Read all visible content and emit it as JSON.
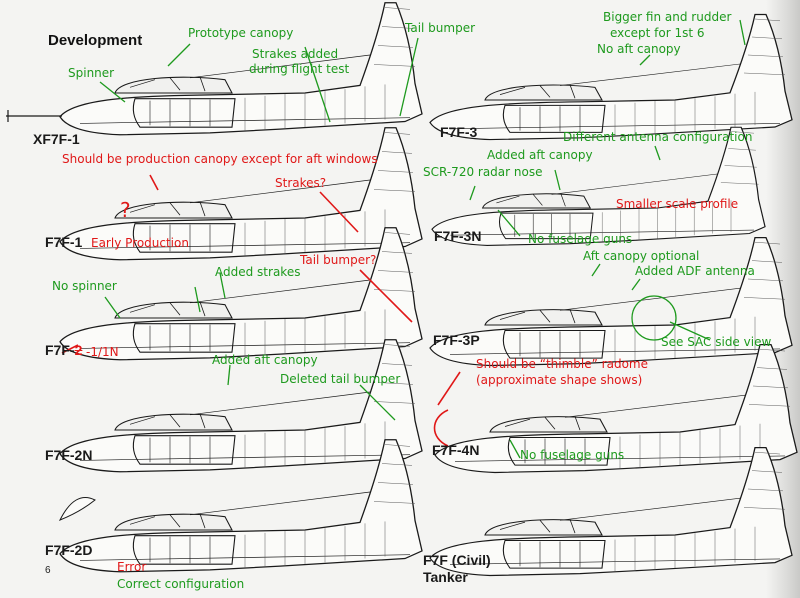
{
  "page": {
    "title": "Development",
    "page_number": "6",
    "legend": {
      "error": "Error",
      "correct": "Correct configuration"
    },
    "colors": {
      "error": "#e01818",
      "correct": "#1e9a1e",
      "ink": "#1a1a1a"
    }
  },
  "profiles": [
    {
      "model": "XF7F-1",
      "notes": [
        "Prototype canopy",
        "Spinner",
        "Strakes added",
        "during flight test",
        "Tail bumper"
      ]
    },
    {
      "model": "F7F-1",
      "suffix": "Early Production",
      "errors": [
        "Should be production canopy except for aft windows",
        "Strakes?",
        "?"
      ]
    },
    {
      "model": "F7F-",
      "struck": "2",
      "suffix": "-1/1N",
      "notes": [
        "No spinner",
        "Added strakes"
      ],
      "errors": [
        "Tail bumper?"
      ]
    },
    {
      "model": "F7F-2N",
      "notes": [
        "Added aft canopy",
        "Deleted tail bumper"
      ]
    },
    {
      "model": "F7F-2D"
    },
    {
      "model": "F7F-3",
      "notes": [
        "Bigger fin and rudder",
        "except for 1st 6",
        "No aft canopy"
      ]
    },
    {
      "model": "F7F-3N",
      "notes": [
        "Different antenna configuration",
        "Added aft canopy",
        "SCR-720 radar nose",
        "No fuselage guns"
      ],
      "errors": [
        "Smaller scale profile"
      ]
    },
    {
      "model": "F7F-3P",
      "notes": [
        "Aft canopy optional",
        "Added ADF antenna",
        "See SAC side view"
      ]
    },
    {
      "model": "F7F-4N",
      "notes": [
        "No fuselage guns"
      ],
      "errors": [
        "Should be “thimble” radome",
        "(approximate shape shows)"
      ]
    },
    {
      "model": "F7F (Civil)",
      "suffix": "Tanker"
    }
  ]
}
